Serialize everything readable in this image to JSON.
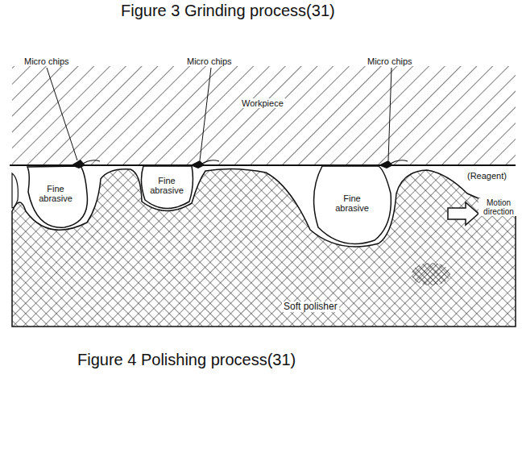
{
  "diagram": {
    "caption": "Figure 4 Polishing process(31)",
    "labels": [
      "Figure 3 Grinding process(31)",
      "Micro chips",
      "Micro chips",
      "Micro chips",
      "Workpiece",
      "Fine abrasive",
      "Fine abrasive",
      "Fine abrasive",
      "(Reagent)",
      "Motion direction",
      "Soft polisher"
    ]
  }
}
